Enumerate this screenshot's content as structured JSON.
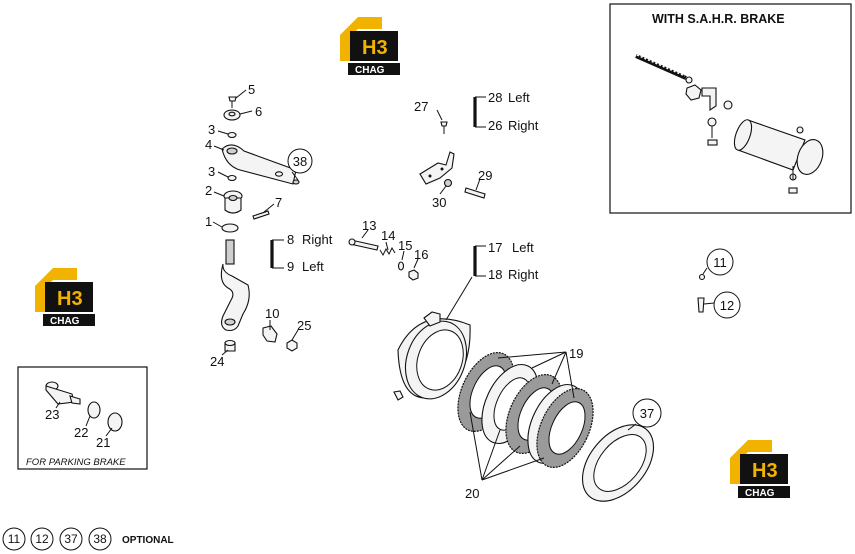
{
  "logos": {
    "mark": "H3",
    "brand": "CHAG"
  },
  "inset_sahr": {
    "title": "WITH  S.A.H.R. BRAKE"
  },
  "inset_parking": {
    "caption": "FOR PARKING BRAKE",
    "labels": [
      "23",
      "22",
      "21"
    ]
  },
  "callouts": {
    "c1": "1",
    "c2": "2",
    "c3a": "3",
    "c3b": "3",
    "c4": "4",
    "c5": "5",
    "c6": "6",
    "c7": "7",
    "c8": "8",
    "c8_side": "Right",
    "c9": "9",
    "c9_side": "Left",
    "c10": "10",
    "c11": "11",
    "c12": "12",
    "c13": "13",
    "c14": "14",
    "c15": "15",
    "c16": "16",
    "c17": "17",
    "c17_side": "Left",
    "c18": "18",
    "c18_side": "Right",
    "c19": "19",
    "c20": "20",
    "c24": "24",
    "c25": "25",
    "c26": "26",
    "c26_side": "Right",
    "c27": "27",
    "c28": "28",
    "c28_side": "Left",
    "c29": "29",
    "c30": "30",
    "c37": "37",
    "c38": "38"
  },
  "optional_legend": {
    "items": [
      "11",
      "12",
      "37",
      "38"
    ],
    "label": "OPTIONAL"
  },
  "colors": {
    "logo_yellow": "#f2b300",
    "logo_black": "#111111",
    "line": "#111111"
  }
}
